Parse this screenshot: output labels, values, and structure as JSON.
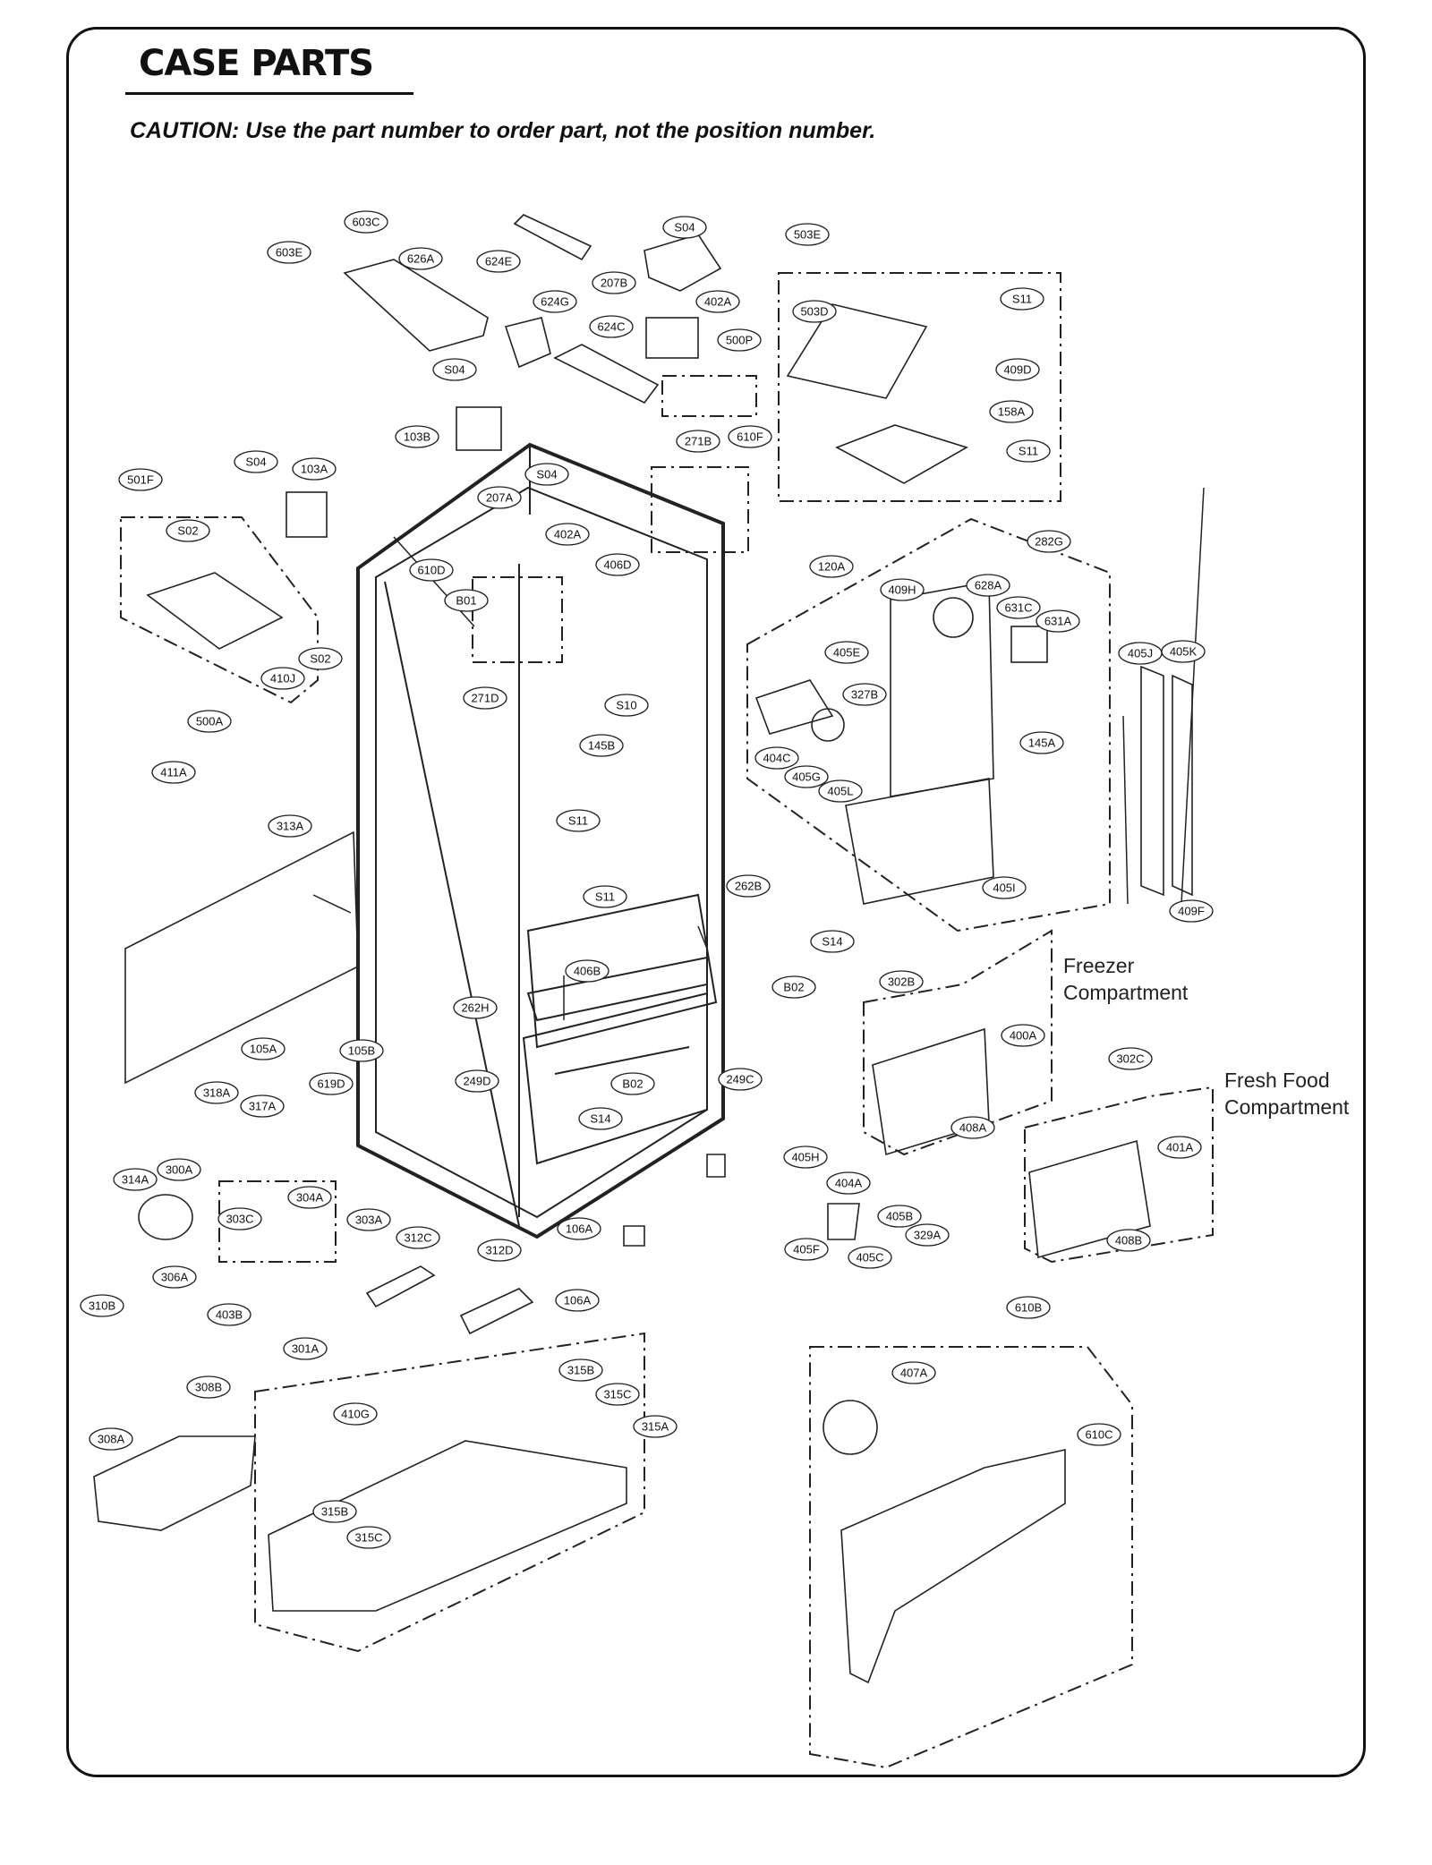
{
  "header": {
    "title": "CASE PARTS",
    "caution": "CAUTION: Use the part number to order part, not the position number."
  },
  "callouts": {
    "freezer_line1": "Freezer",
    "freezer_line2": "Compartment",
    "fresh_food_line1": "Fresh Food",
    "fresh_food_line2": "Compartment"
  },
  "part_labels": [
    "603C",
    "603E",
    "626A",
    "624E",
    "S04",
    "207B",
    "402A",
    "624G",
    "624C",
    "500P",
    "610F",
    "S04",
    "103B",
    "503E",
    "503D",
    "S11",
    "409D",
    "158A",
    "S11",
    "501F",
    "S02",
    "S04",
    "103A",
    "207A",
    "S04",
    "402A",
    "271B",
    "610D",
    "B01",
    "406D",
    "271D",
    "410J",
    "S02",
    "500A",
    "411A",
    "S10",
    "145B",
    "S11",
    "S11",
    "120A",
    "282G",
    "409H",
    "628A",
    "631C",
    "631A",
    "405E",
    "327B",
    "404C",
    "405G",
    "405L",
    "145A",
    "405I",
    "405J",
    "405K",
    "409F",
    "313A",
    "105A",
    "105B",
    "262H",
    "406B",
    "262B",
    "S14",
    "B02",
    "249D",
    "B02",
    "S14",
    "249C",
    "302B",
    "400A",
    "302C",
    "401A",
    "408A",
    "408B",
    "318A",
    "317A",
    "619D",
    "314A",
    "300A",
    "304A",
    "303C",
    "303A",
    "306A",
    "310B",
    "312C",
    "312D",
    "106A",
    "106A",
    "405H",
    "404A",
    "405B",
    "329A",
    "405F",
    "405C",
    "403B",
    "301A",
    "308B",
    "410G",
    "308A",
    "315B",
    "315C",
    "315A",
    "315B",
    "315C",
    "610B",
    "407A",
    "610C"
  ]
}
